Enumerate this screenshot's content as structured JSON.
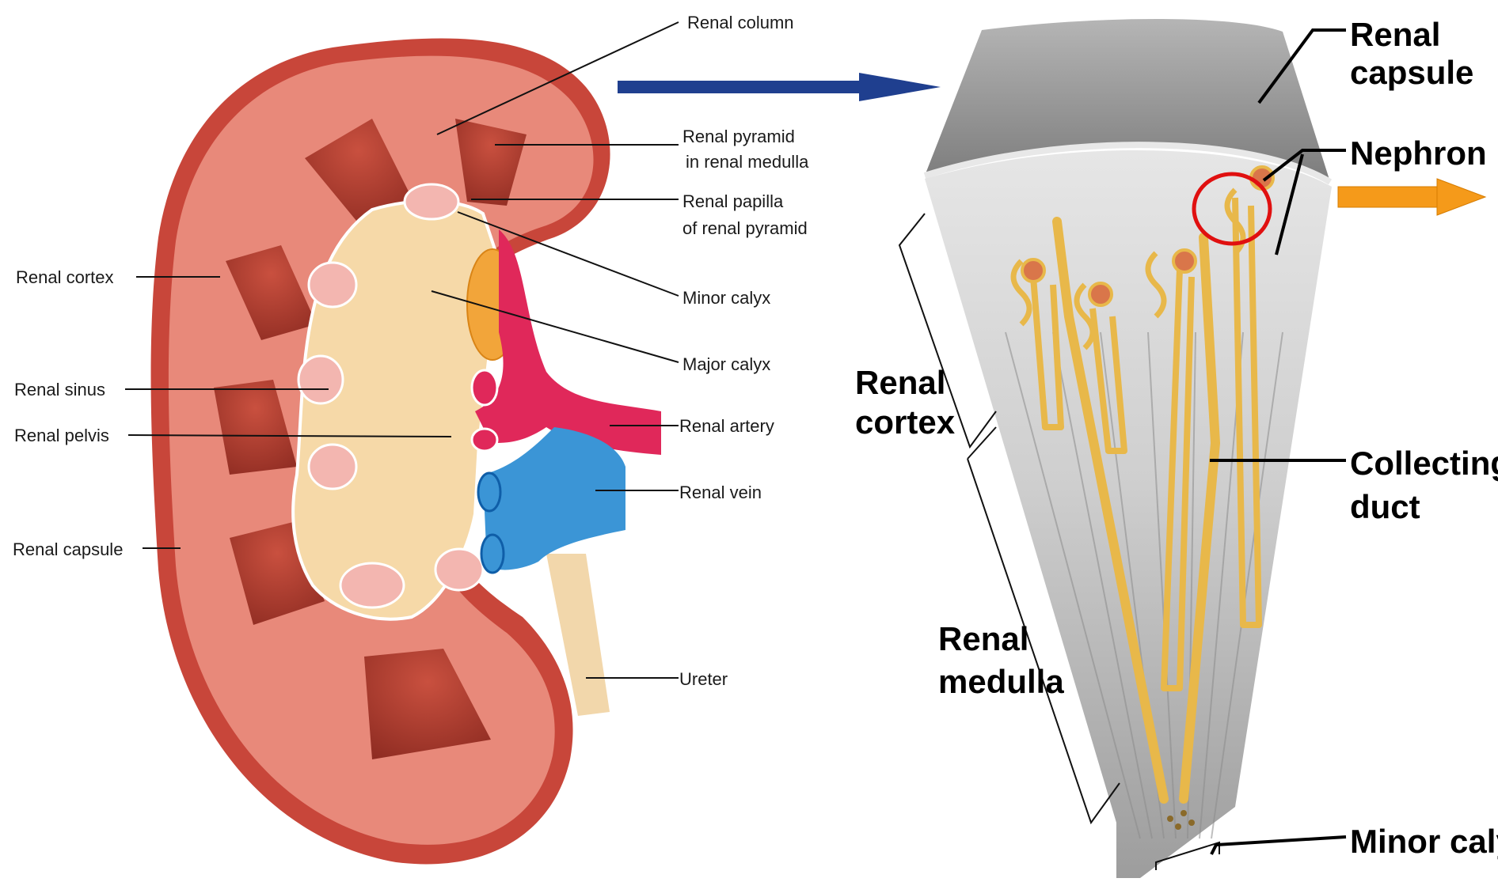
{
  "colors": {
    "kidney_outer": "#c8463a",
    "kidney_cortex": "#e8897a",
    "pyramid": "#a9392e",
    "pelvis": "#f6d9a8",
    "calyx": "#f3b6b0",
    "artery": "#e0285a",
    "vein": "#3b95d6",
    "fat": "#f2a53a",
    "ureter": "#f2d7ab",
    "capsule_gray": "#8f8f8f",
    "wedge_gray": "#c9c9c9",
    "nephron": "#e8b84a",
    "highlight_circle": "#e01010",
    "arrow_blue": "#1f3f8f",
    "arrow_orange": "#f59a1a"
  },
  "kidney_labels": {
    "renal_column": "Renal column",
    "renal_pyramid_1": "Renal pyramid",
    "renal_pyramid_2": "in renal medulla",
    "renal_papilla_1": "Renal papilla",
    "renal_papilla_2": "of renal pyramid",
    "minor_calyx": "Minor calyx",
    "major_calyx": "Major calyx",
    "renal_artery": "Renal artery",
    "renal_vein": "Renal vein",
    "ureter": "Ureter",
    "renal_cortex": "Renal cortex",
    "renal_sinus": "Renal sinus",
    "renal_pelvis": "Renal pelvis",
    "renal_capsule": "Renal capsule"
  },
  "wedge_labels": {
    "renal_capsule_1": "Renal",
    "renal_capsule_2": "capsule",
    "nephron": "Nephron",
    "renal_cortex_1": "Renal",
    "renal_cortex_2": "cortex",
    "renal_medulla_1": "Renal",
    "renal_medulla_2": "medulla",
    "collecting_duct_1": "Collecting",
    "collecting_duct_2": "duct",
    "minor_calyx": "Minor calyx"
  }
}
